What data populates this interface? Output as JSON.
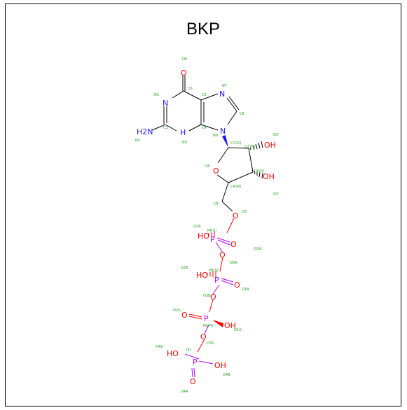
{
  "title": "BKP",
  "colors": {
    "bond": "#000000",
    "oxygen": "#ff0000",
    "nitrogen": "#1a1aff",
    "phosphorus": "#b000ff",
    "annotation": "#1aa01a"
  },
  "atoms": {
    "O6": "O",
    "N7": "N",
    "N1": "N",
    "N3": "H",
    "N9": "N",
    "NH2": "H2N",
    "O2p": "OH",
    "O3p": "OH",
    "O4p": "O",
    "O5p": "O",
    "PA": "P",
    "O2A": "HO",
    "O1A": "O",
    "O3A": "O",
    "PB": "P",
    "O2B": "HO",
    "O1B": "O",
    "O3B": "O",
    "PG": "P",
    "O2G": "O",
    "O1G": "OH",
    "O3G": "O",
    "PD": "P",
    "O4G": "HO",
    "O4B": "OH",
    "O4A": "O"
  },
  "labels": {
    "O6": "O6",
    "C6": "C6",
    "N1": "N1",
    "C5": "C5",
    "N7": "N7",
    "C8": "C8",
    "C2": "C2",
    "C4": "C4",
    "N2": "N2",
    "N3": "N3",
    "N9": "N9",
    "C1p": "C1'(R)",
    "C2p": "C2'(R)",
    "O2p": "O2'",
    "O4p": "O4'",
    "C3p": "C3'(S)",
    "C4p": "C4'(R)",
    "O3p": "O3'",
    "C5p": "C5'",
    "O5p": "O5'",
    "O2A": "O2A",
    "PA": "PA(S)",
    "O1A": "O1A",
    "O3A": "O3A",
    "O2B": "O2B",
    "PB": "PB(S)",
    "O1B": "O1B",
    "O3B": "O3B",
    "O2G": "O2G",
    "PG": "PG(R)",
    "O1G": "O1G",
    "O3G": "O3G",
    "O4G": "O4G",
    "PD": "PD",
    "O4B": "O4B",
    "O4A": "O4A"
  }
}
